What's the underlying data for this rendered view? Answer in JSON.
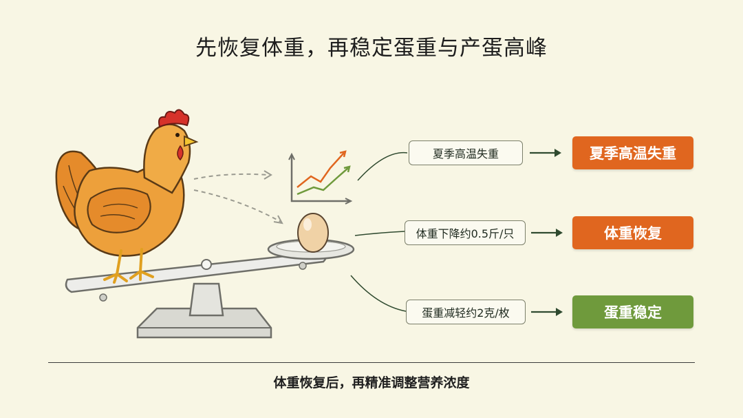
{
  "title": "先恢复体重，再稳定蛋重与产蛋高峰",
  "rows": [
    {
      "label": "夏季高温失重",
      "result": "夏季高温失重",
      "result_color": "#e0661f"
    },
    {
      "label": "体重下降约0.5斤/只",
      "result": "体重恢复",
      "result_color": "#e0661f"
    },
    {
      "label": "蛋重减轻约2克/枚",
      "result": "蛋重稳定",
      "result_color": "#6f9a3c"
    }
  ],
  "footer": "体重恢复后，再精准调整营养浓度",
  "colors": {
    "background": "#f8f6e4",
    "orange": "#e0661f",
    "green": "#6f9a3c",
    "connector": "#2f4a2f",
    "chicken_body": "#e89a34",
    "comb": "#d6322a"
  },
  "icons": [
    "chicken-illustration",
    "balance-scale-icon",
    "egg-icon",
    "rising-chart-icon",
    "arrow-right-icon"
  ]
}
